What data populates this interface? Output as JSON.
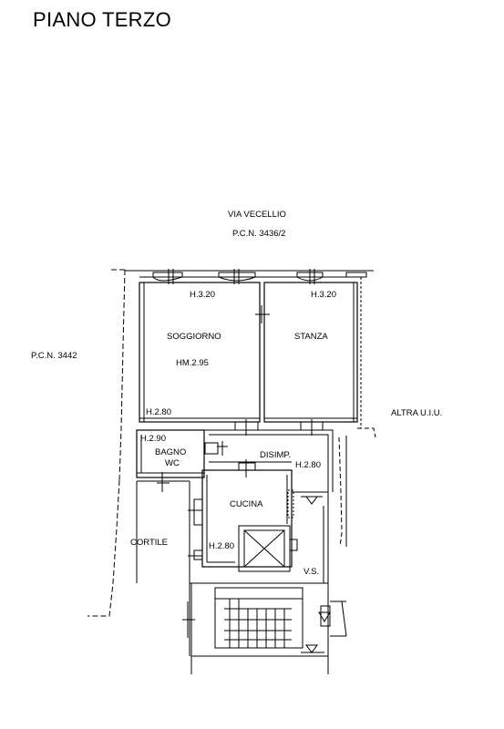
{
  "title": "PIANO TERZO",
  "street": "VIA VECELLIO",
  "parcel_north": "P.C.N. 3436/2",
  "parcel_west": "P.C.N. 3442",
  "neighbor_east": "ALTRA U.I.U.",
  "rooms": {
    "soggiorno": {
      "name": "SOGGIORNO",
      "height_main": "HM.2.95",
      "height_window": "H.3.20",
      "height_corner": "H.2.80"
    },
    "stanza": {
      "name": "STANZA",
      "height": "H.3.20"
    },
    "bagno": {
      "name_line1": "BAGNO",
      "name_line2": "WC",
      "height": "H.2.90"
    },
    "disimp": {
      "name": "DISIMP.",
      "height": "H.2.80"
    },
    "cucina": {
      "name": "CUCINA",
      "height": "H.2.80"
    },
    "cortile": {
      "name": "CORTILE"
    },
    "vs": {
      "name": "V.S."
    }
  },
  "colors": {
    "lines": "#000000",
    "background": "#ffffff"
  }
}
